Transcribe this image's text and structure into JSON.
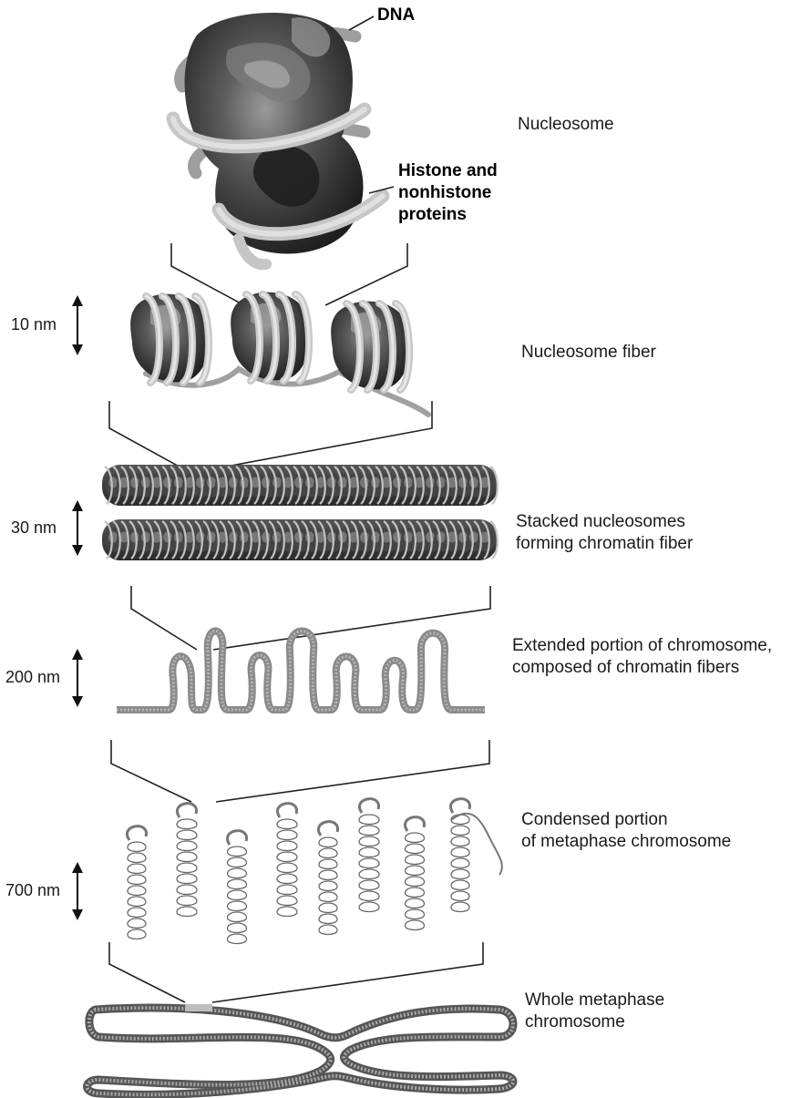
{
  "labels": {
    "dna": "DNA",
    "histone": [
      "Histone and",
      "nonhistone",
      "proteins"
    ],
    "nucleosome": "Nucleosome",
    "nucleosome_fiber": "Nucleosome fiber",
    "stacked": [
      "Stacked nucleosomes",
      "forming chromatin fiber"
    ],
    "extended": [
      "Extended portion of chromosome,",
      "composed of chromatin fibers"
    ],
    "condensed": [
      "Condensed portion",
      "of metaphase chromosome"
    ],
    "whole": [
      "Whole metaphase",
      "chromosome"
    ]
  },
  "scales": {
    "s10": "10 nm",
    "s30": "30 nm",
    "s200": "200 nm",
    "s700": "700 nm"
  },
  "colors": {
    "protein_dark": "#2e2e2e",
    "protein_mid": "#5a5a5a",
    "protein_light": "#8a8a8a",
    "dna_strand": "#c4c4c4",
    "dna_edge": "#8e8e8e",
    "fiber": "#8c8c8c",
    "line": "#222222"
  }
}
